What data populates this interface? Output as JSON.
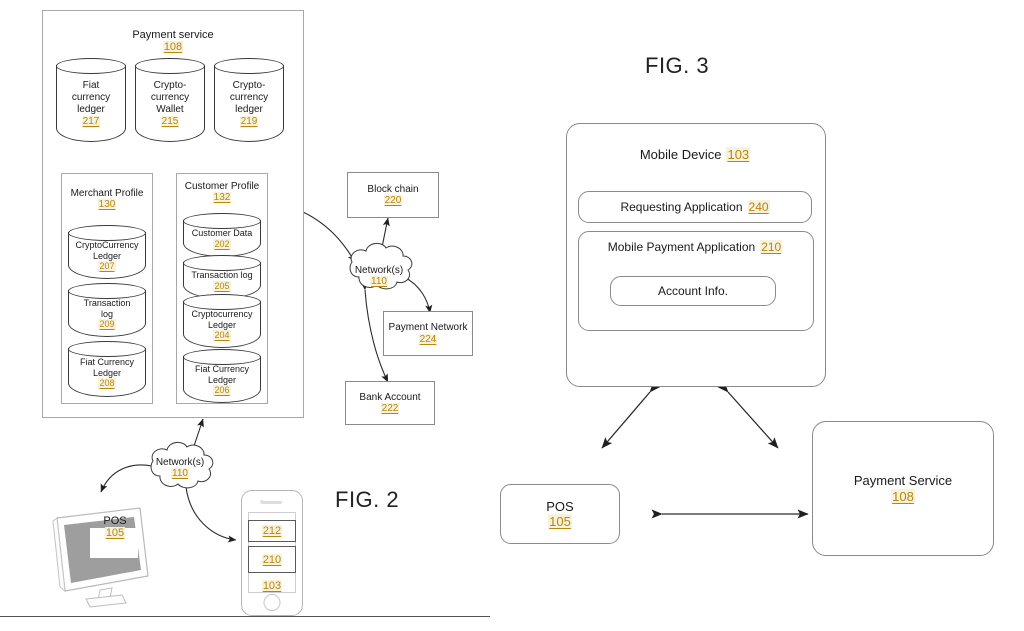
{
  "figures": {
    "fig2": {
      "caption": "FIG. 2",
      "payment_service": {
        "title": "Payment service",
        "ref": "108",
        "cylinders": [
          {
            "lines": [
              "Fiat",
              "currency",
              "ledger"
            ],
            "ref": "217",
            "name": "fiat-currency-ledger"
          },
          {
            "lines": [
              "Crypto-",
              "currency",
              "Wallet"
            ],
            "ref": "215",
            "name": "cryptocurrency-wallet"
          },
          {
            "lines": [
              "Crypto-",
              "currency",
              "ledger"
            ],
            "ref": "219",
            "name": "cryptocurrency-ledger"
          }
        ],
        "merchant_profile": {
          "title": "Merchant Profile",
          "ref": "130",
          "cylinders": [
            {
              "lines": [
                "CryptoCurrency",
                "Ledger"
              ],
              "ref": "207",
              "name": "merchant-cryptocurrency-ledger"
            },
            {
              "lines": [
                "Transaction",
                "log"
              ],
              "ref": "209",
              "name": "merchant-transaction-log"
            },
            {
              "lines": [
                "Fiat Currency",
                "Ledger"
              ],
              "ref": "208",
              "name": "merchant-fiat-currency-ledger"
            }
          ]
        },
        "customer_profile": {
          "title": "Customer Profile",
          "ref": "132",
          "cylinders": [
            {
              "lines": [
                "Customer Data"
              ],
              "ref": "202",
              "name": "customer-data"
            },
            {
              "lines": [
                "Transaction log"
              ],
              "ref": "205",
              "name": "customer-transaction-log"
            },
            {
              "lines": [
                "Cryptocurrency",
                "Ledger"
              ],
              "ref": "204",
              "name": "customer-cryptocurrency-ledger"
            },
            {
              "lines": [
                "Fiat Currency",
                "Ledger"
              ],
              "ref": "206",
              "name": "customer-fiat-currency-ledger"
            }
          ]
        }
      },
      "block_chain": {
        "label": "Block chain",
        "ref": "220"
      },
      "network_upper": {
        "label": "Network(s)",
        "ref": "110"
      },
      "payment_network": {
        "label": "Payment Network",
        "ref": "224"
      },
      "bank_account": {
        "label": "Bank Account",
        "ref": "222"
      },
      "network_lower": {
        "label": "Network(s)",
        "ref": "110"
      },
      "pos": {
        "label": "POS",
        "ref": "105"
      },
      "mobile": {
        "app_top_ref": "212",
        "app_bottom_ref": "210",
        "device_ref": "103"
      }
    },
    "fig3": {
      "caption": "FIG. 3",
      "mobile_device": {
        "label": "Mobile Device",
        "ref": "103",
        "requesting_application": {
          "label": "Requesting Application",
          "ref": "240"
        },
        "mobile_payment_application": {
          "label": "Mobile Payment Application",
          "ref": "210",
          "account_info": {
            "label": "Account Info."
          }
        }
      },
      "pos": {
        "label": "POS",
        "ref": "105"
      },
      "payment_service": {
        "label": "Payment Service",
        "ref": "108"
      }
    }
  },
  "colors": {
    "reference_text": "#b8860b",
    "reference_highlight": "#f7f2dc",
    "line": "#3a3a3a",
    "box_border": "#8a8a8a",
    "screen_gray": "#9e9e9e"
  }
}
